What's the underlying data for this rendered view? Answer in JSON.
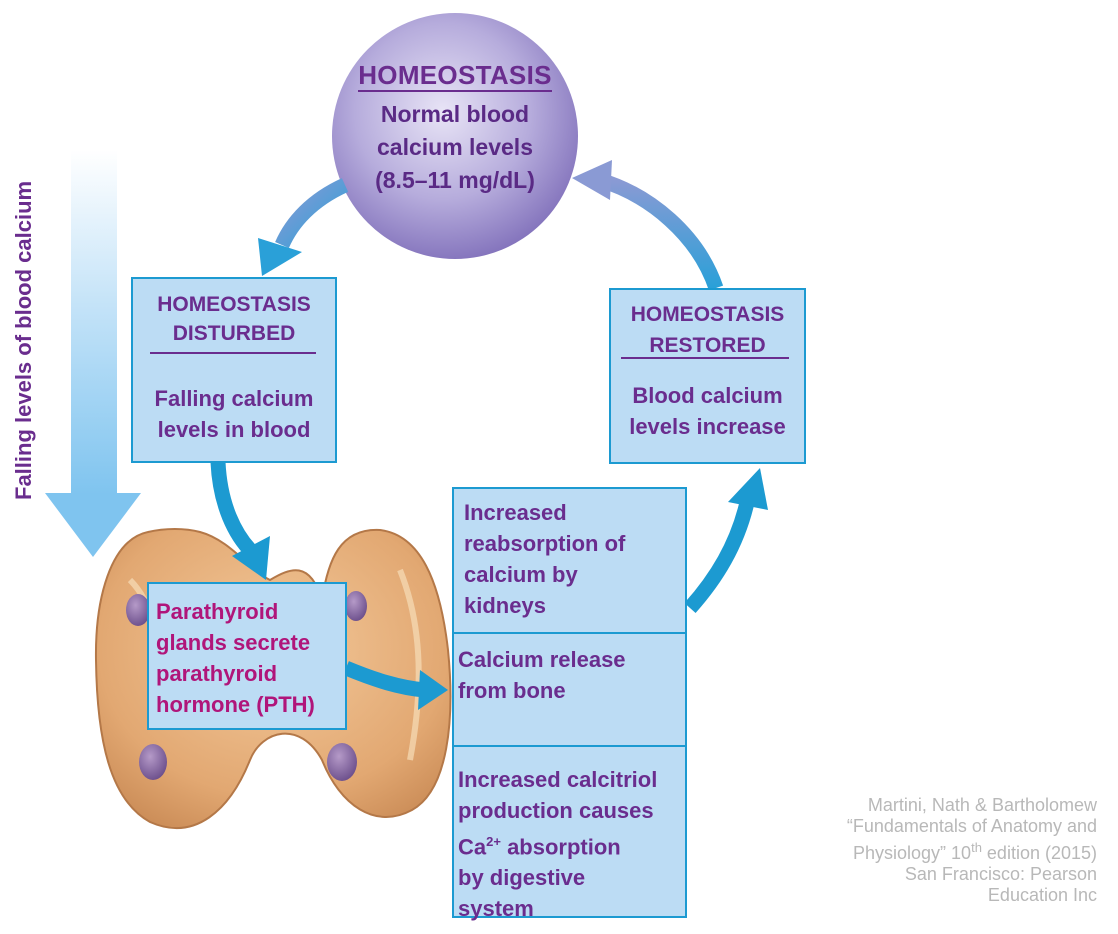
{
  "side_label": "Falling levels of blood calcium",
  "homeostasis": {
    "title": "HOMEOSTASIS",
    "line1": "Normal blood",
    "line2": "calcium levels",
    "line3": "(8.5–11 mg/dL)"
  },
  "disturbed": {
    "title1": "HOMEOSTASIS",
    "title2": "DISTURBED",
    "line1": "Falling calcium",
    "line2": "levels in blood"
  },
  "restored": {
    "title1": "HOMEOSTASIS",
    "title2": "RESTORED",
    "line1": "Blood calcium",
    "line2": "levels increase"
  },
  "pth": {
    "line1": "Parathyroid",
    "line2": "glands secrete",
    "line3": "parathyroid",
    "line4": "hormone (PTH)"
  },
  "effects": {
    "kidney": [
      "Increased",
      "reabsorption of",
      "calcium by",
      "kidneys"
    ],
    "bone": [
      "Calcium release",
      "from bone"
    ],
    "calcitriol": {
      "line1": "Increased calcitriol",
      "line2": "production causes",
      "line3_pre": "Ca",
      "line3_sup": "2+",
      "line3_post": " absorption",
      "line4": "by digestive",
      "line5": "system"
    }
  },
  "credit": {
    "line1": "Martini, Nath & Bartholomew",
    "line2": "“Fundamentals of Anatomy and",
    "line3_pre": "Physiology” 10",
    "line3_sup": "th",
    "line3_post": " edition (2015)",
    "line4": "San Francisco: Pearson",
    "line5": "Education Inc"
  },
  "colors": {
    "box_fill": "#bcdcf4",
    "box_border": "#1c9ad1",
    "text_purple": "#6a2d8e",
    "text_magenta": "#b0157a",
    "arrow_blue": "#1c9ad1",
    "arrow_lavender": "#8a9ad4"
  }
}
